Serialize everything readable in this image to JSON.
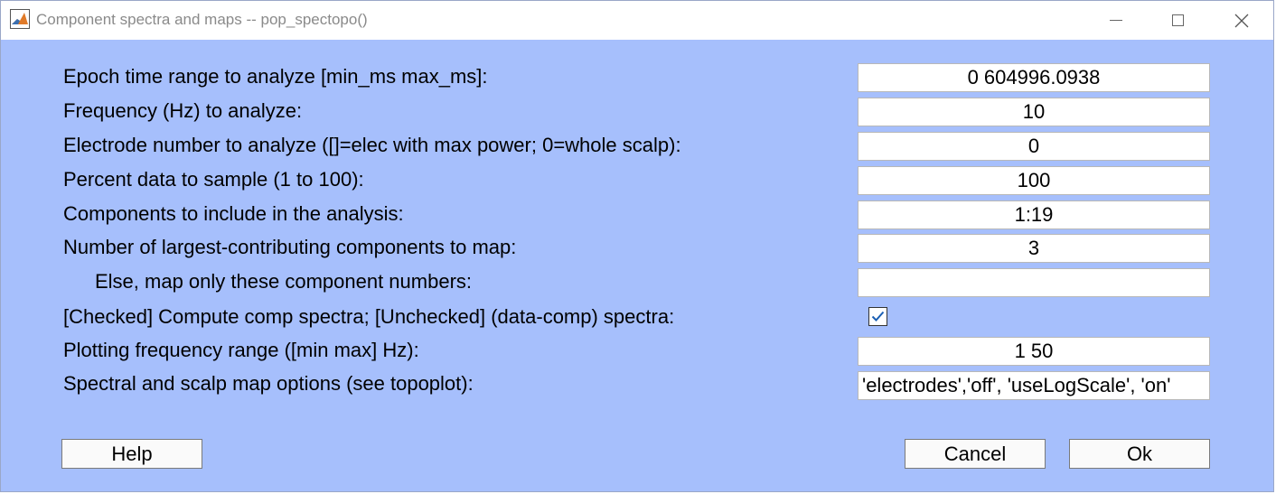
{
  "window": {
    "title": "Component spectra and maps -- pop_spectopo()"
  },
  "form": {
    "rows": [
      {
        "label": "Epoch time range to analyze [min_ms max_ms]:",
        "value": "0 604996.0938"
      },
      {
        "label": "Frequency (Hz) to analyze:",
        "value": "10"
      },
      {
        "label": "Electrode number to analyze ([]=elec with max power; 0=whole scalp):",
        "value": "0"
      },
      {
        "label": "Percent data to sample (1 to 100):",
        "value": "100"
      },
      {
        "label": "Components to include in the analysis:",
        "value": "1:19"
      },
      {
        "label": "Number of largest-contributing components to map:",
        "value": "3"
      },
      {
        "label": "Else, map only these component numbers:",
        "value": ""
      },
      {
        "label": "[Checked] Compute comp spectra; [Unchecked] (data-comp) spectra:",
        "checked": true
      },
      {
        "label": "Plotting frequency range ([min max] Hz):",
        "value": "1 50"
      },
      {
        "label": "Spectral and scalp map options (see topoplot):",
        "value": "'electrodes','off', 'useLogScale', 'on'"
      }
    ]
  },
  "buttons": {
    "help": "Help",
    "cancel": "Cancel",
    "ok": "Ok"
  },
  "colors": {
    "dialog_background": "#a6bffc"
  }
}
